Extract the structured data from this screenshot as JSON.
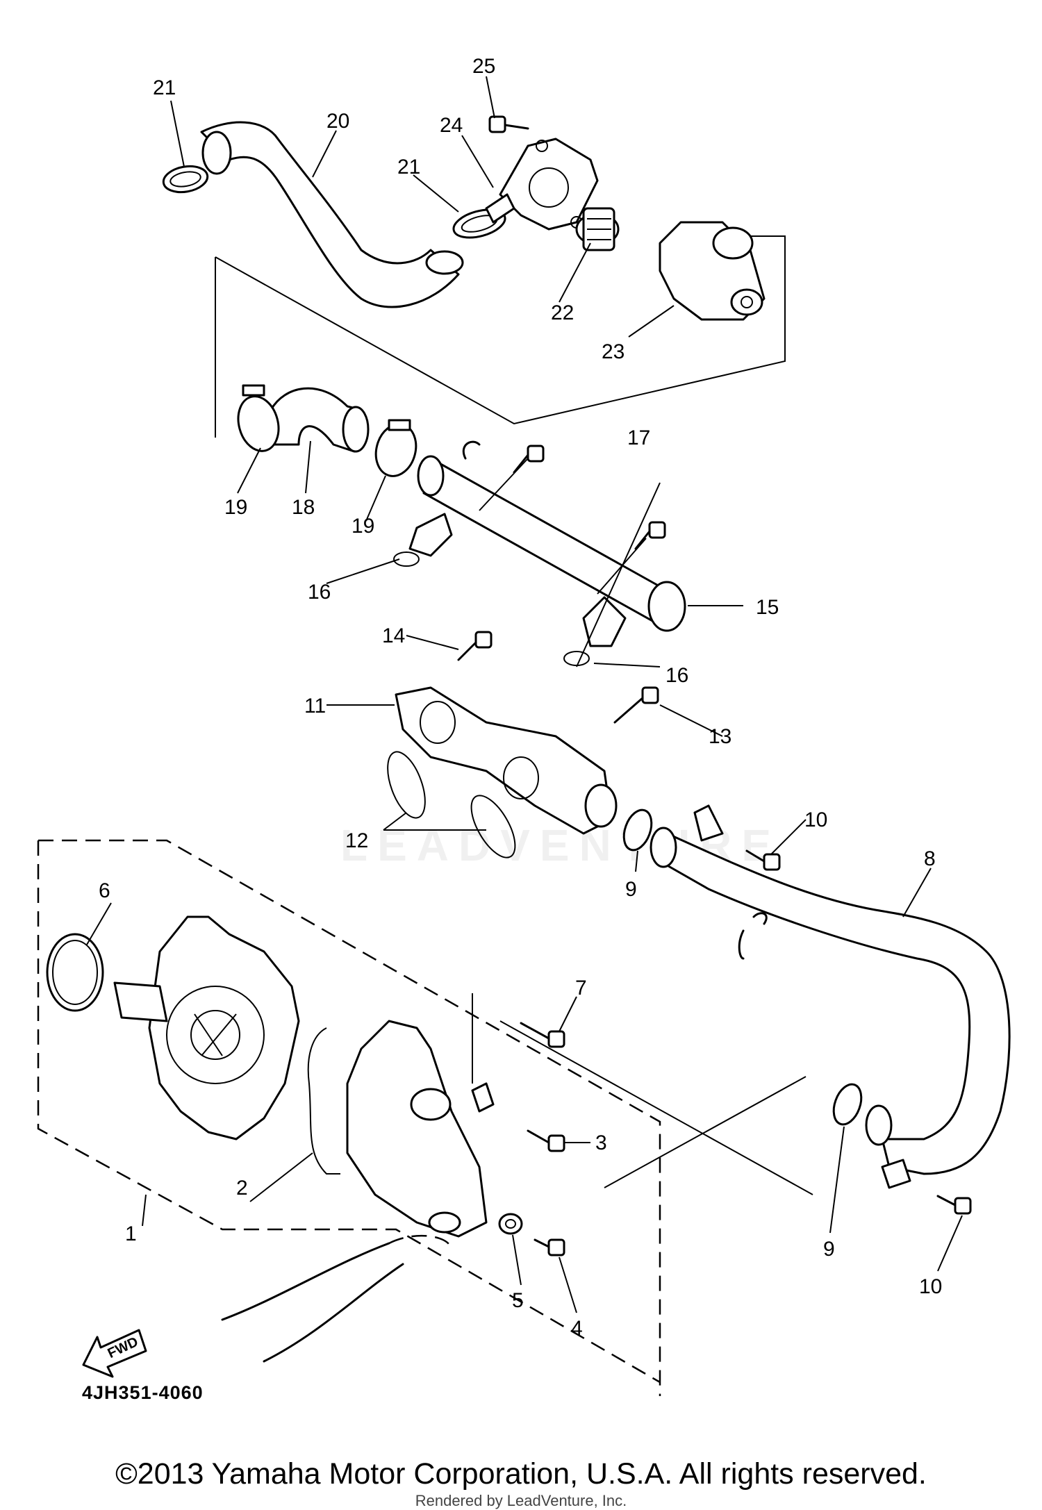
{
  "diagram_code": "4JH351-4060",
  "copyright": "©2013 Yamaha Motor Corporation, U.S.A. All rights reserved.",
  "rendered_by": "Rendered by LeadVenture, Inc.",
  "watermark": "LEADVENTURE",
  "fwd_label": "FWD",
  "callouts": {
    "n1": "1",
    "n2": "2",
    "n3": "3",
    "n4": "4",
    "n5": "5",
    "n6": "6",
    "n7": "7",
    "n8": "8",
    "n9a": "9",
    "n9b": "9",
    "n10a": "10",
    "n10b": "10",
    "n11": "11",
    "n12": "12",
    "n13": "13",
    "n14": "14",
    "n15": "15",
    "n16a": "16",
    "n16b": "16",
    "n17": "17",
    "n18": "18",
    "n19a": "19",
    "n19b": "19",
    "n20": "20",
    "n21a": "21",
    "n21b": "21",
    "n22": "22",
    "n23": "23",
    "n24": "24",
    "n25": "25"
  }
}
